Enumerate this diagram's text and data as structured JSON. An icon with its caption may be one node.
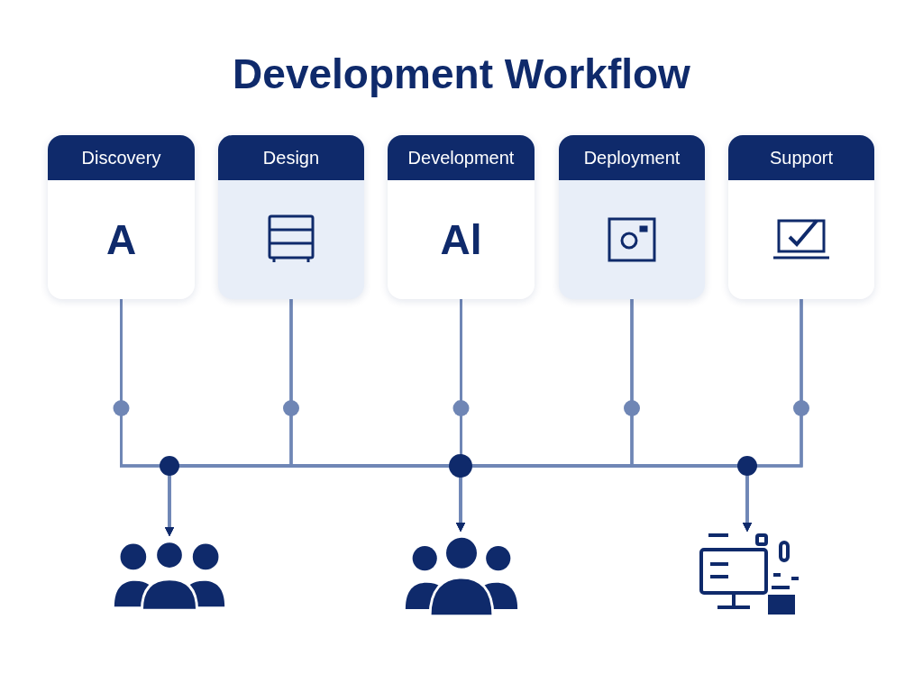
{
  "diagram": {
    "title": "Development Workflow",
    "nodes": [
      {
        "text": [
          "Discovery",
          "A"
        ]
      },
      {
        "text": [
          "Design"
        ]
      },
      {
        "text": [
          "Development",
          "Al"
        ]
      },
      {
        "text": [
          "Deployment"
        ]
      },
      {
        "text": [
          "Support"
        ]
      },
      {
        "text": [],
        "shape": "person"
      },
      {
        "text": [],
        "shape": "person"
      },
      {
        "text": [],
        "shape": "picture"
      }
    ],
    "edges": [
      {
        "from": 0,
        "to": 5,
        "arrow": "to"
      },
      {
        "from": 0,
        "to": 6,
        "arrow": "to"
      },
      {
        "from": 0,
        "to": 7,
        "arrow": "to"
      },
      {
        "from": 1,
        "to": 5,
        "arrow": "to"
      },
      {
        "from": 1,
        "to": 6,
        "arrow": "to"
      },
      {
        "from": 1,
        "to": 7,
        "arrow": "to"
      },
      {
        "from": 2,
        "to": 5,
        "arrow": "to"
      },
      {
        "from": 2,
        "to": 6,
        "arrow": "to"
      },
      {
        "from": 2,
        "to": 7,
        "arrow": "to"
      },
      {
        "from": 3,
        "to": 5,
        "arrow": "to"
      },
      {
        "from": 3,
        "to": 6,
        "arrow": "to"
      },
      {
        "from": 3,
        "to": 7,
        "arrow": "to"
      },
      {
        "from": 4,
        "to": 5,
        "arrow": "to"
      },
      {
        "from": 4,
        "to": 6,
        "arrow": "to"
      },
      {
        "from": 4,
        "to": 7,
        "arrow": "to"
      }
    ]
  }
}
